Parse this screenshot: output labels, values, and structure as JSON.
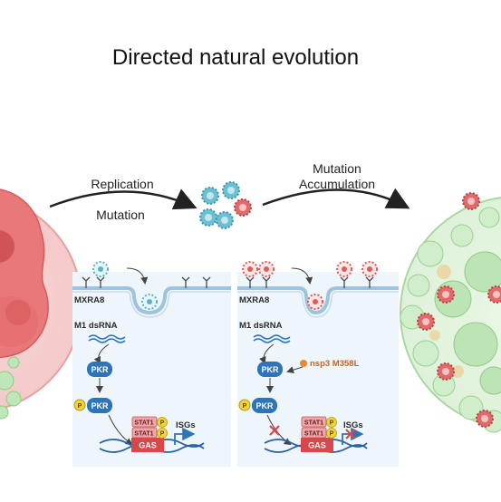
{
  "title": "Directed natural evolution",
  "arrows": {
    "left_top": "Replication",
    "left_bottom": "Mutation",
    "right_top": "Mutation",
    "right_bottom": "Accumulation"
  },
  "left_panel": {
    "receptor": "MXRA8",
    "rna": "M1 dsRNA",
    "pkr": "PKR",
    "pkr_p": "PKR",
    "p": "P",
    "stat1_a": "STAT1",
    "stat1_b": "STAT1",
    "isgs": "ISGs",
    "gas": "GAS"
  },
  "right_panel": {
    "receptor": "MXRA8",
    "rna": "M1 dsRNA",
    "pkr": "PKR",
    "pkr_p": "PKR",
    "p": "P",
    "nsp3": "nsp3 M358L",
    "stat1_a": "STAT1",
    "stat1_b": "STAT1",
    "isgs": "ISGs",
    "gas": "GAS"
  },
  "colors": {
    "pkr": "#2e74b8",
    "gas": "#d9474a",
    "stat1": "#f2a6a8",
    "phospho": "#f2d33a",
    "panel_bg": "#eef6fc",
    "virus_wt": "#5bb3c6",
    "virus_mut": "#e05a5a",
    "tumor_left": "#e86d6f",
    "tumor_right": "#b8e3b0",
    "nsp3_label": "#c8641e"
  }
}
